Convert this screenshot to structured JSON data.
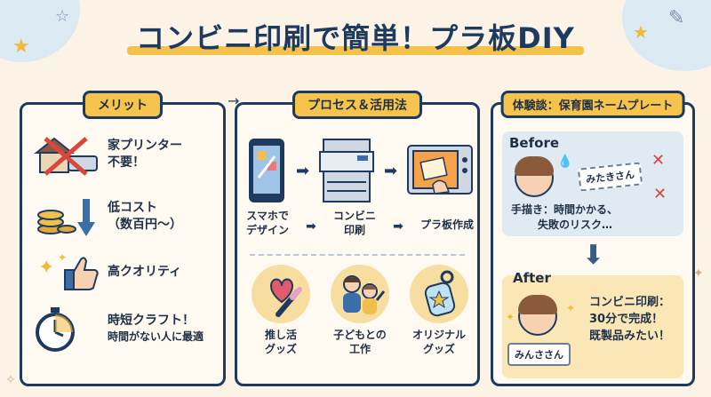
{
  "title": "コンビニ印刷で簡単！プラ板DIY",
  "merit": {
    "label": "メリット",
    "items": [
      {
        "line1": "家プリンター",
        "line2": "不要！"
      },
      {
        "line1": "低コスト",
        "line2": "（数百円〜）"
      },
      {
        "line1": "高クオリティ",
        "line2": ""
      },
      {
        "line1": "時短クラフト！",
        "line2": "時間がない人に最適"
      }
    ]
  },
  "process": {
    "label": "プロセス＆活用法",
    "steps": [
      {
        "line1": "スマホで",
        "line2": "デザイン"
      },
      {
        "line1": "コンビニ",
        "line2": "印刷"
      },
      {
        "line1": "プラ板作成",
        "line2": ""
      }
    ],
    "uses": [
      {
        "line1": "推し活",
        "line2": "グッズ"
      },
      {
        "line1": "子どもとの",
        "line2": "工作"
      },
      {
        "line1": "オリジナル",
        "line2": "グッズ"
      }
    ]
  },
  "story": {
    "label": "体験談：保育園ネームプレート",
    "before_label": "Before",
    "before_tag": "みたきさん",
    "before_line1": "手描き：時間かかる、",
    "before_line2": "失敗のリスク…",
    "after_label": "After",
    "after_tag": "みんささん",
    "after_line1": "コンビニ印刷：",
    "after_line2": "30分で完成！",
    "after_line3": "既製品みたい！"
  },
  "colors": {
    "navy": "#1f3a5f",
    "yellow": "#f6c34d",
    "red": "#d9463a"
  }
}
